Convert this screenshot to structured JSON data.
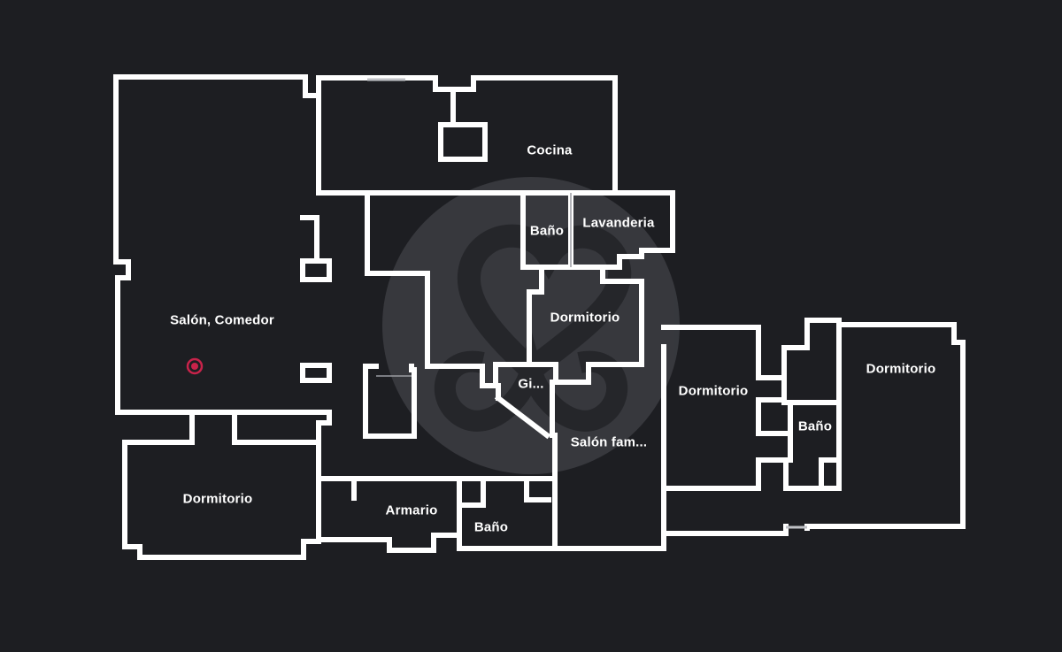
{
  "rooms": {
    "salon_comedor": "Salón, Comedor",
    "cocina": "Cocina",
    "bano_1": "Baño",
    "lavanderia": "Lavanderia",
    "dormitorio_1": "Dormitorio",
    "gi": "Gi...",
    "dormitorio_2": "Dormitorio",
    "dormitorio_3": "Dormitorio",
    "bano_2": "Baño",
    "salon_familiar": "Salón fam...",
    "dormitorio_4": "Dormitorio",
    "armario": "Armario",
    "bano_3": "Baño"
  },
  "colors": {
    "background": "#1d1e22",
    "walls": "#ffffff",
    "marker": "#c8234a",
    "watermark": "#3a3b40"
  },
  "icons": {
    "location_marker": "target-icon",
    "watermark": "brand-logo-watermark"
  }
}
